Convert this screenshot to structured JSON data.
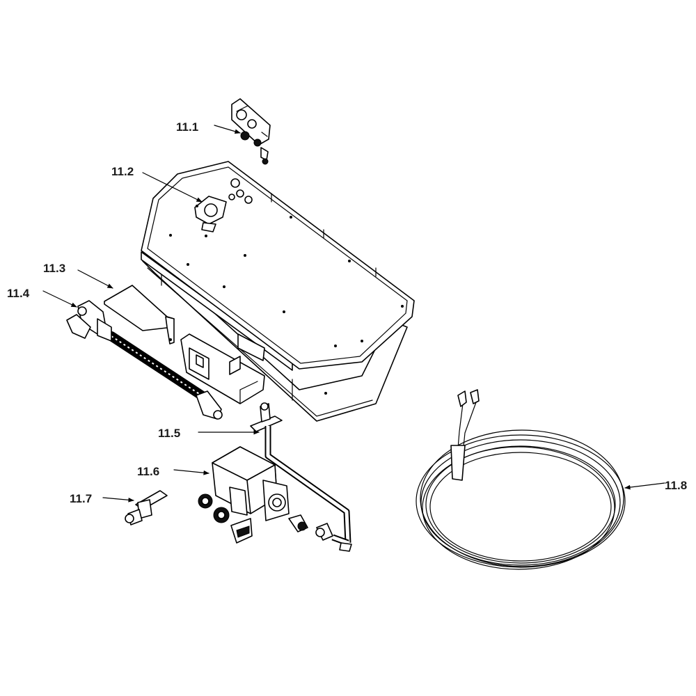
{
  "callouts": {
    "c11_1": "11.1",
    "c11_2": "11.2",
    "c11_3": "11.3",
    "c11_4": "11.4",
    "c11_5": "11.5",
    "c11_6": "11.6",
    "c11_7": "11.7",
    "c11_8": "11.8"
  },
  "colors": {
    "line": "#000000",
    "background": "#ffffff",
    "label": "#1a1a1a"
  }
}
